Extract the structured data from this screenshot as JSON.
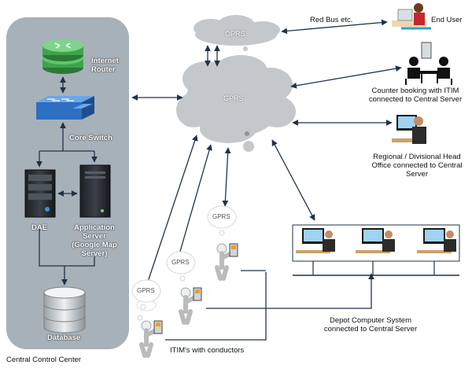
{
  "control_center": {
    "caption": "Central Control Center",
    "internet_router": "Internet\nRouter",
    "core_switch": "Core Switch",
    "dae": "DAE",
    "application_server": "Application\nServer\n(Google Map\nServer)",
    "database": "Database"
  },
  "networks": {
    "oprs": "OPRS",
    "gprs": "GPRS"
  },
  "endpoints": {
    "red_bus": "Red Bus etc.",
    "end_user": "End User",
    "counter_booking": "Counter booking with ITIM\nconnected to Central Server",
    "regional_office": "Regional / Divisional Head\nOffice  connected to Central\nServer",
    "depot_system": "Depot Computer System\nconnected to Central Server",
    "itim_conductors": "ITIM's with conductors"
  },
  "conductor_bubbles": [
    "GPRS",
    "GPRS",
    "GPRS"
  ],
  "colors": {
    "panel": "#a7b1b9",
    "cloud": "#c4c8cb",
    "router": "#3fa34d",
    "switch": "#2d6fc0",
    "arrow": "#1f3347"
  }
}
